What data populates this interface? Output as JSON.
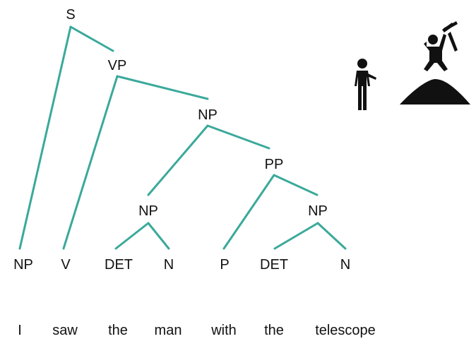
{
  "diagram": {
    "edge_color": "#3aa99a",
    "text_color": "#111111",
    "nodes": [
      {
        "id": "s",
        "label": "S"
      },
      {
        "id": "vp",
        "label": "VP"
      },
      {
        "id": "np1",
        "label": "NP"
      },
      {
        "id": "pp",
        "label": "PP"
      },
      {
        "id": "np2",
        "label": "NP"
      },
      {
        "id": "np3",
        "label": "NP"
      },
      {
        "id": "np0",
        "label": "NP"
      },
      {
        "id": "v",
        "label": "V"
      },
      {
        "id": "det1",
        "label": "DET"
      },
      {
        "id": "n1",
        "label": "N"
      },
      {
        "id": "p",
        "label": "P"
      },
      {
        "id": "det2",
        "label": "DET"
      },
      {
        "id": "n2",
        "label": "N"
      }
    ],
    "edges": [
      [
        "s",
        "np0"
      ],
      [
        "s",
        "vp"
      ],
      [
        "vp",
        "v"
      ],
      [
        "vp",
        "np1"
      ],
      [
        "np1",
        "np2"
      ],
      [
        "np1",
        "pp"
      ],
      [
        "np2",
        "det1"
      ],
      [
        "np2",
        "n1"
      ],
      [
        "pp",
        "p"
      ],
      [
        "pp",
        "np3"
      ],
      [
        "np3",
        "det2"
      ],
      [
        "np3",
        "n2"
      ]
    ],
    "words": [
      "I",
      "saw",
      "the",
      "man",
      "with",
      "the",
      "telescope"
    ]
  },
  "illustration": {
    "icons": [
      "standing-man-icon",
      "hill-with-man-holding-telescope-icon"
    ]
  }
}
